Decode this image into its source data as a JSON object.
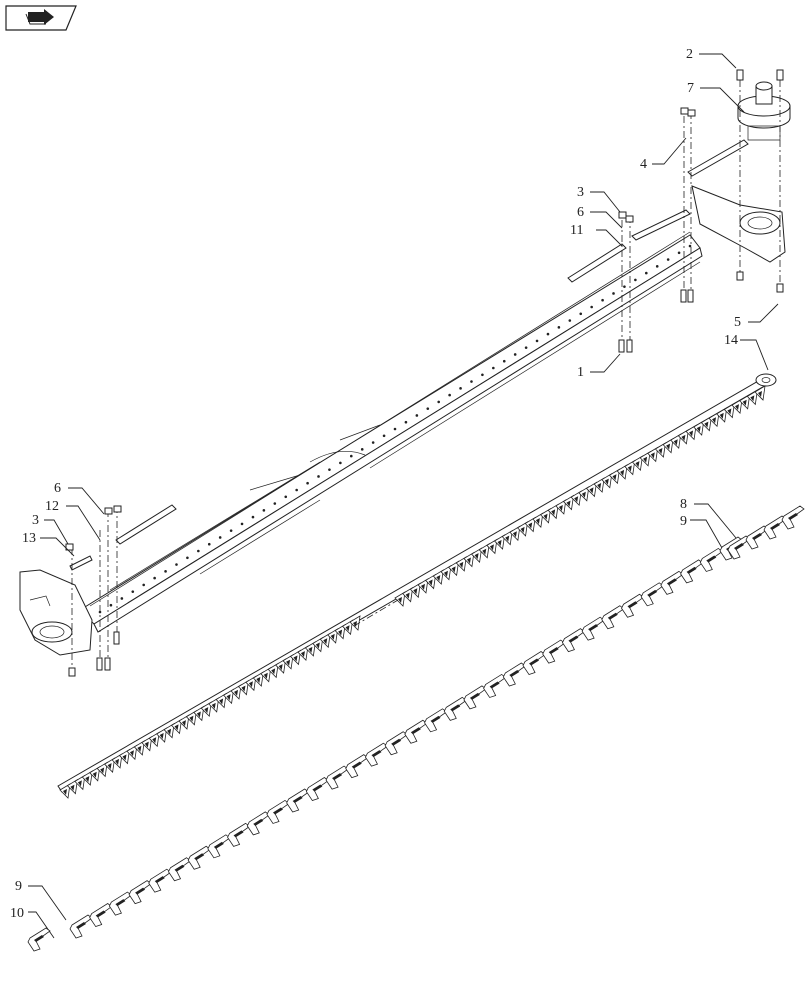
{
  "diagram": {
    "nav_icon": "bookmark-arrow-icon",
    "callouts": [
      {
        "id": "c2",
        "text": "2"
      },
      {
        "id": "c7",
        "text": "7"
      },
      {
        "id": "c4",
        "text": "4"
      },
      {
        "id": "c3a",
        "text": "3"
      },
      {
        "id": "c6a",
        "text": "6"
      },
      {
        "id": "c11",
        "text": "11"
      },
      {
        "id": "c5",
        "text": "5"
      },
      {
        "id": "c14",
        "text": "14"
      },
      {
        "id": "c1",
        "text": "1"
      },
      {
        "id": "c6b",
        "text": "6"
      },
      {
        "id": "c12",
        "text": "12"
      },
      {
        "id": "c3b",
        "text": "3"
      },
      {
        "id": "c13",
        "text": "13"
      },
      {
        "id": "c8",
        "text": "8"
      },
      {
        "id": "c9a",
        "text": "9"
      },
      {
        "id": "c9b",
        "text": "9"
      },
      {
        "id": "c10",
        "text": "10"
      }
    ]
  }
}
